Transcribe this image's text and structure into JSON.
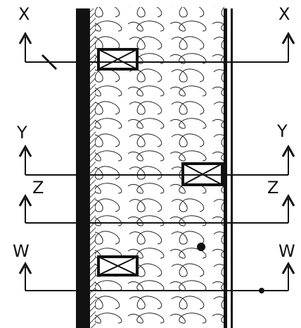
{
  "figure": {
    "ink_color": "#111111",
    "background_color": "#ffffff"
  },
  "section_lines": [
    {
      "id": "x",
      "label_left": "X",
      "label_right": "X"
    },
    {
      "id": "y",
      "label_left": "Y",
      "label_right": "Y"
    },
    {
      "id": "z",
      "label_left": "Z",
      "label_right": "Z"
    },
    {
      "id": "w",
      "label_left": "W",
      "label_right": "W"
    }
  ]
}
